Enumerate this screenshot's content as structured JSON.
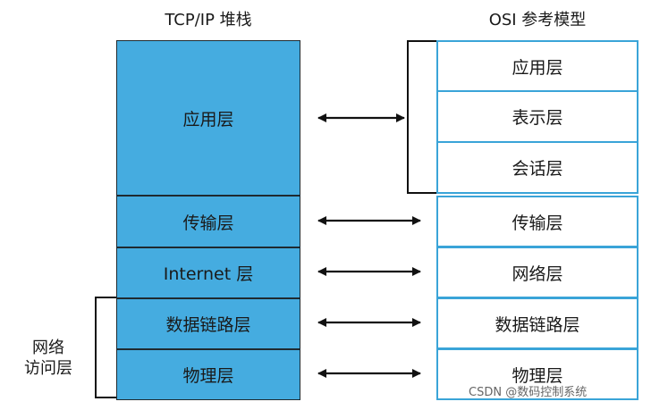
{
  "titles": {
    "tcpip": "TCP/IP 堆栈",
    "osi": "OSI 参考模型"
  },
  "tcpip_layers": [
    "应用层",
    "传输层",
    "Internet 层",
    "数据链路层",
    "物理层"
  ],
  "osi_layers": [
    "应用层",
    "表示层",
    "会话层",
    "传输层",
    "网络层",
    "数据链路层",
    "物理层"
  ],
  "network_access_label": [
    "网络",
    "访问层"
  ],
  "watermark": "CSDN @数码控制系统",
  "colors": {
    "tcpip_fill": "#45ace0",
    "osi_border": "#3aa4d8",
    "arrow": "#111111"
  }
}
